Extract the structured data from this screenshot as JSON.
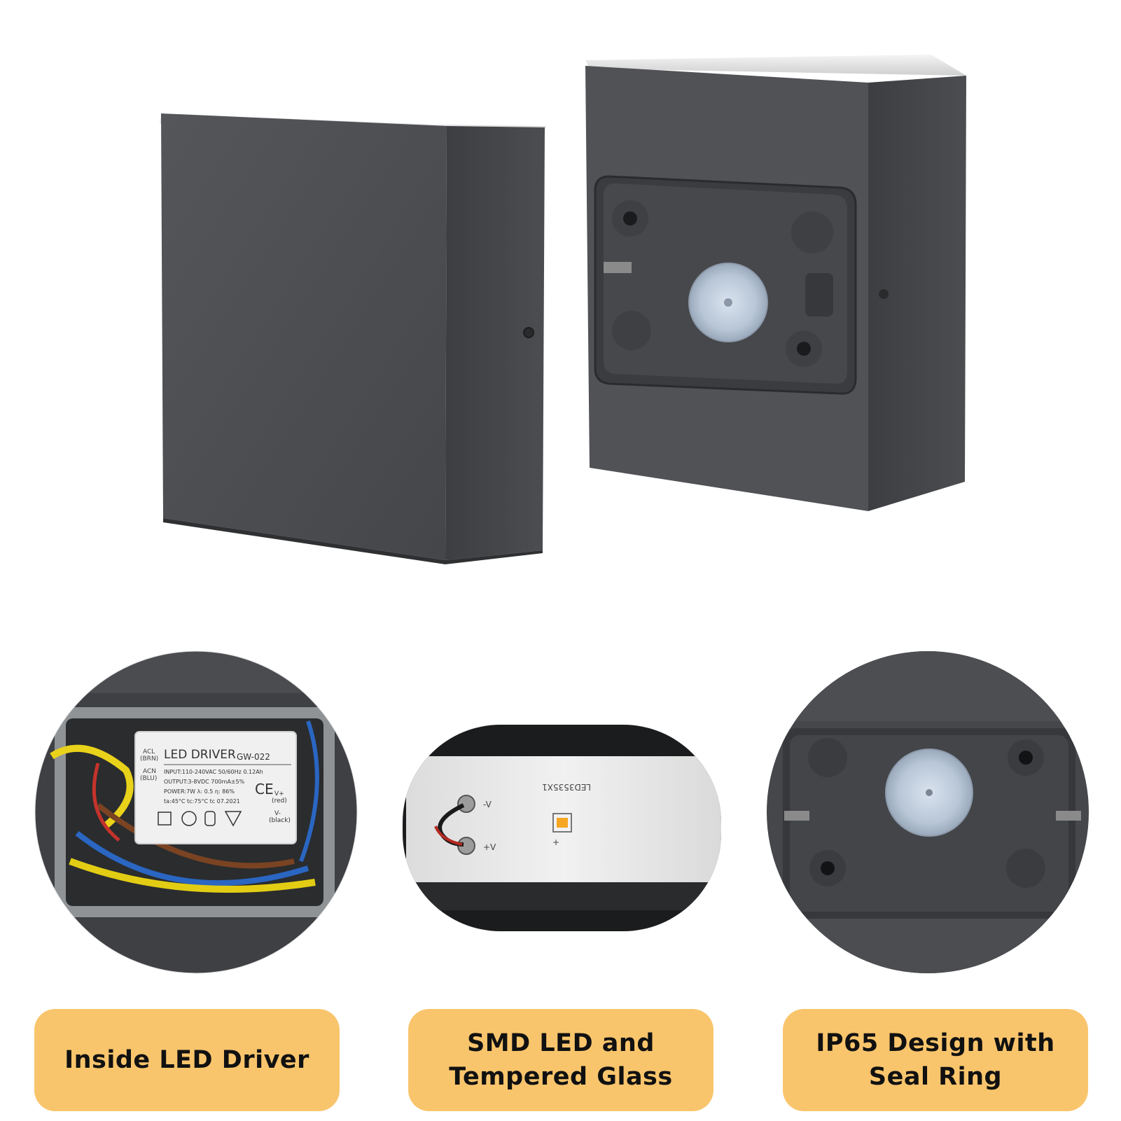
{
  "labels": [
    {
      "line1": "Inside LED Driver",
      "line2": ""
    },
    {
      "line1": "SMD LED and",
      "line2": "Tempered Glass"
    },
    {
      "line1": "IP65 Design with",
      "line2": "Seal Ring"
    }
  ],
  "driver_label": {
    "acl": "ACL",
    "brn": "(BRN)",
    "acn": "ACN",
    "blu": "(BLU)",
    "title": "LED DRIVER",
    "model": "GW-022",
    "input": "INPUT:110-240VAC  50/60Hz  0.12Ah",
    "output": "OUTPUT:3-8VDC  700mA±5%",
    "power": "POWER:7W  λ: 0.5  η: 86%",
    "temps": "ta:45°C    tc:75°C    tc 07.2021",
    "vplus": "V+",
    "red": "(red)",
    "vminus": "V-",
    "black": "(black)",
    "ce": "CE"
  },
  "pcb": {
    "code": "LED3535X1",
    "minus": "-V",
    "plus": "+V",
    "dot_plus": "+"
  },
  "colors": {
    "housing": "#4a4c4f",
    "housing_dark": "#3b3d40",
    "label_bg": "#f9c56c",
    "label_text": "#111111"
  }
}
